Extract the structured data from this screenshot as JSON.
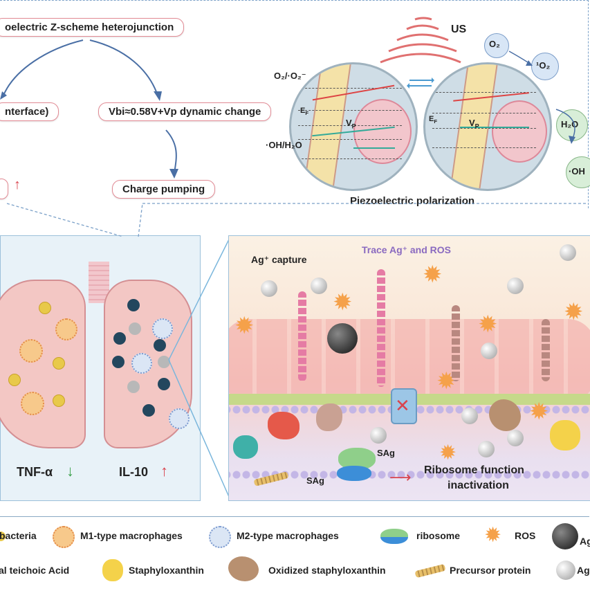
{
  "top": {
    "heterojunction": "oelectric Z-scheme heterojunction",
    "interface": "nterface)",
    "vbi": "Vbi≈0.58V+Vp dynamic change",
    "charge_pumping": "Charge pumping",
    "piezo": "Piezoelectric polarization",
    "us": "US",
    "o2": "O₂",
    "singlet_o2": "¹O₂",
    "h2o": "H₂O",
    "oh": "·OH",
    "o2_o2minus": "O₂/·O₂⁻",
    "oh_h2o": "·OH/H₂O",
    "ef1": "E",
    "ef2": "E",
    "ef_sub": "F",
    "vp": "V",
    "vp_sub": "P"
  },
  "lung": {
    "tnf": "TNF-α",
    "il10": "IL-10"
  },
  "membrane": {
    "ag_capture": "Ag⁺ capture",
    "trace": "Trace Ag⁺ and ROS",
    "sag1": "SAg",
    "sag2": "SAg",
    "ribosome_text_1": "Ribosome function",
    "ribosome_text_2": "inactivation"
  },
  "legend": {
    "row1": [
      "bacteria",
      "M1-type macrophages",
      "M2-type macrophages",
      "ribosome",
      "ROS",
      "Ag"
    ],
    "row2": [
      "al teichoic Acid",
      "Staphyloxanthin",
      "Oxidized staphyloxanthin",
      "Precursor protein",
      "Ag"
    ]
  },
  "colors": {
    "pink_border": "#e28a94",
    "panel_blue": "#e8f2f8",
    "arrow_blue": "#4a6fa5",
    "green_down": "#3aa04a",
    "red_up": "#d9444e",
    "ros_orange": "#f5a14a"
  }
}
